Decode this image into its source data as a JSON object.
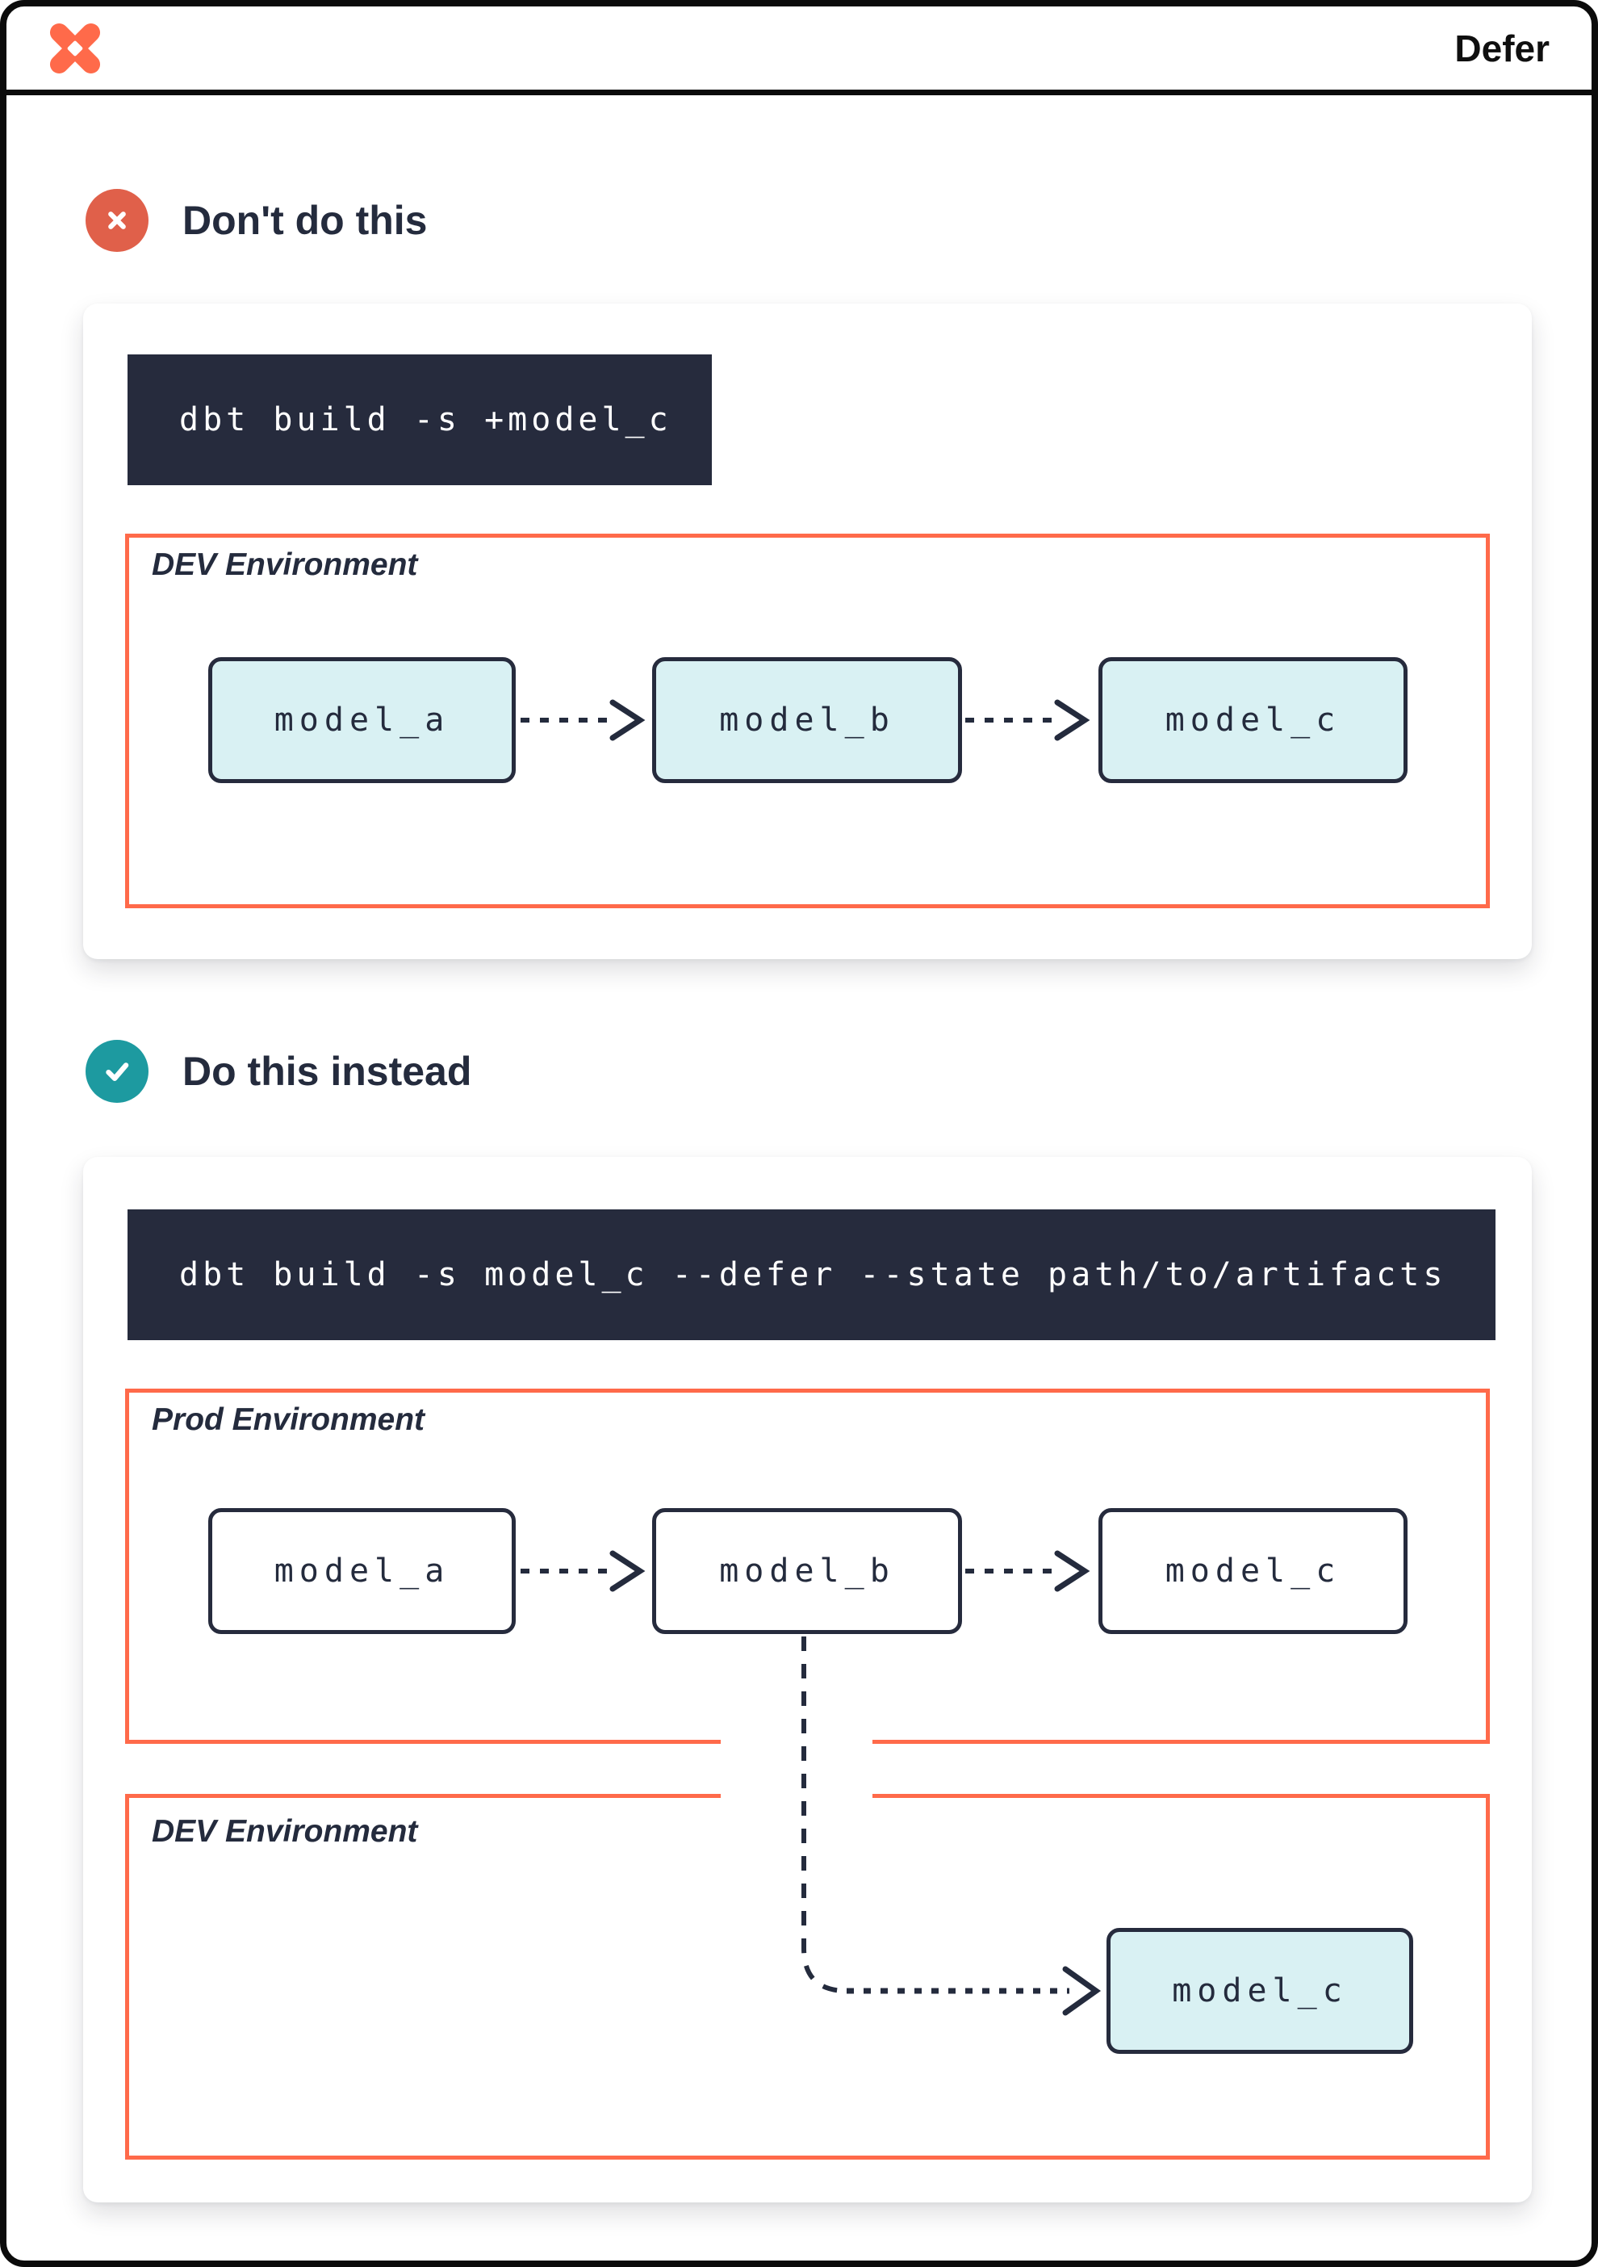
{
  "window": {
    "title": "Defer"
  },
  "colors": {
    "accent_orange": "#ff6a4a",
    "dark_navy": "#262b3d",
    "model_teal_fill": "#d9f1f3",
    "check_badge_teal": "#1d9aa0",
    "x_badge_red": "#e0604a",
    "frame_black": "#0b0b0b"
  },
  "sections": [
    {
      "heading": "Don't do this",
      "command": "dbt build -s +model_c",
      "environments": [
        {
          "label": "DEV Environment",
          "models": [
            "model_a",
            "model_b",
            "model_c"
          ]
        }
      ]
    },
    {
      "heading": "Do this instead",
      "command": "dbt build -s model_c --defer --state path/to/artifacts",
      "environments": [
        {
          "label": "Prod Environment",
          "models": [
            "model_a",
            "model_b",
            "model_c"
          ]
        },
        {
          "label": "DEV Environment",
          "models": [
            "model_c"
          ]
        }
      ]
    }
  ]
}
